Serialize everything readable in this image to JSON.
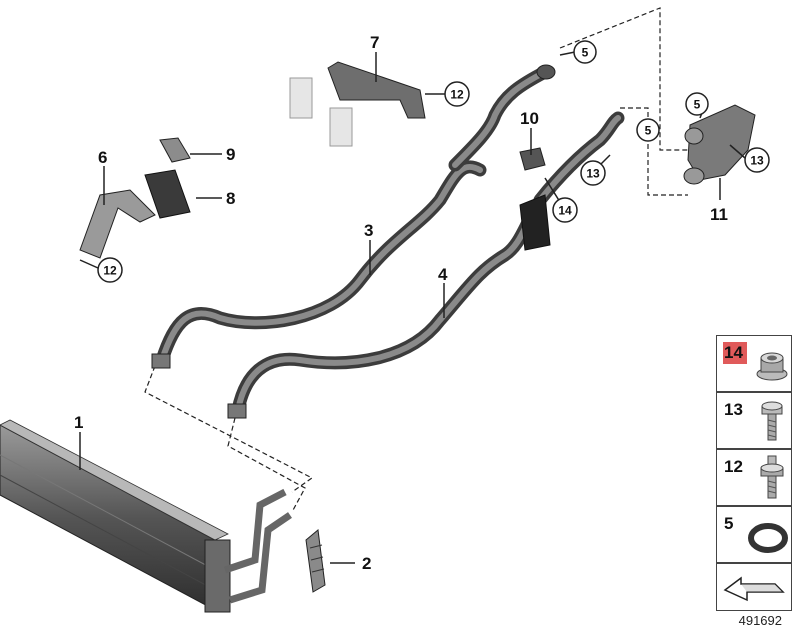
{
  "callouts": {
    "c1": "1",
    "c2": "2",
    "c3": "3",
    "c4": "4",
    "c5a": "5",
    "c5b": "5",
    "c5c": "5",
    "c6": "6",
    "c7": "7",
    "c8": "8",
    "c9": "9",
    "c10": "10",
    "c11": "11",
    "c12a": "12",
    "c12b": "12",
    "c13a": "13",
    "c13b": "13",
    "c14": "14"
  },
  "legend": {
    "items": [
      {
        "number": "14",
        "highlighted": true,
        "icon": "flange-nut-icon"
      },
      {
        "number": "13",
        "highlighted": false,
        "icon": "hex-bolt-icon"
      },
      {
        "number": "12",
        "highlighted": false,
        "icon": "stud-bolt-icon"
      },
      {
        "number": "5",
        "highlighted": false,
        "icon": "o-ring-icon"
      }
    ],
    "highlight_color": "#e05a5a",
    "arrow_icon": "arrow-plate-icon"
  },
  "reference_code": "491692"
}
